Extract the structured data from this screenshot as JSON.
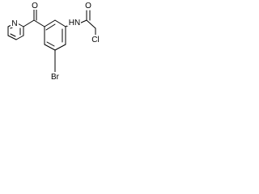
{
  "atoms": {
    "hn": "HN",
    "o_amide": "O",
    "cl": "Cl",
    "o_ketone": "O",
    "n_pyridine": "N",
    "br": "Br"
  },
  "colors": {
    "bond": "#000000",
    "text": "#000000",
    "background": "#ffffff"
  }
}
